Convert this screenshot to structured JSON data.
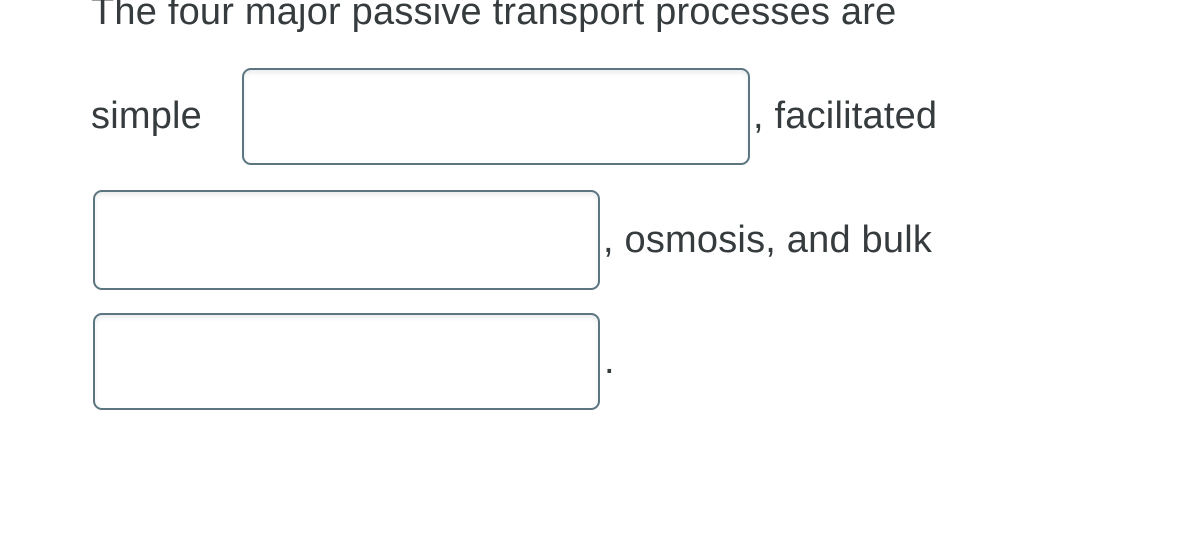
{
  "colors": {
    "background": "#ffffff",
    "text": "#363b3e",
    "input_border": "#5b7581"
  },
  "question": {
    "line1": "The four major passive transport processes are",
    "segments": {
      "before_blank1": "simple",
      "after_blank1": ", facilitated",
      "after_blank2": ", osmosis, and bulk",
      "after_blank3": "."
    },
    "blanks": [
      {
        "id": "blank-1",
        "value": "",
        "placeholder": ""
      },
      {
        "id": "blank-2",
        "value": "",
        "placeholder": ""
      },
      {
        "id": "blank-3",
        "value": "",
        "placeholder": ""
      }
    ]
  }
}
